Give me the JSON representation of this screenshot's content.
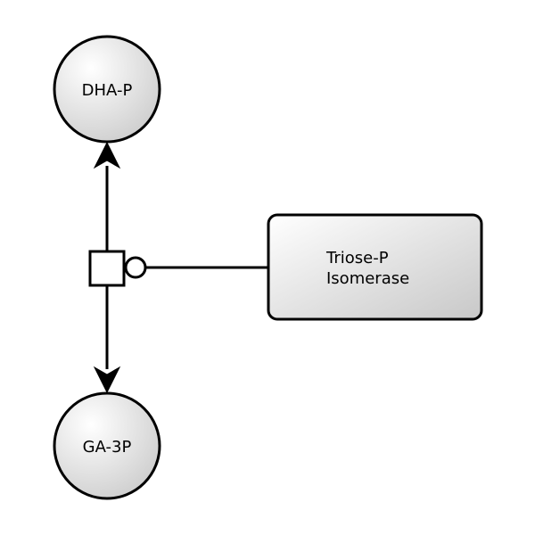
{
  "nodes": {
    "dha_p": {
      "label": "DHA-P"
    },
    "ga_3p": {
      "label": "GA-3P"
    },
    "enzyme": {
      "line1": "Triose-P",
      "line2": "Isomerase"
    }
  },
  "colors": {
    "stroke": "#000000",
    "fill_light": "#ffffff",
    "fill_dark": "#c8c8c8"
  }
}
